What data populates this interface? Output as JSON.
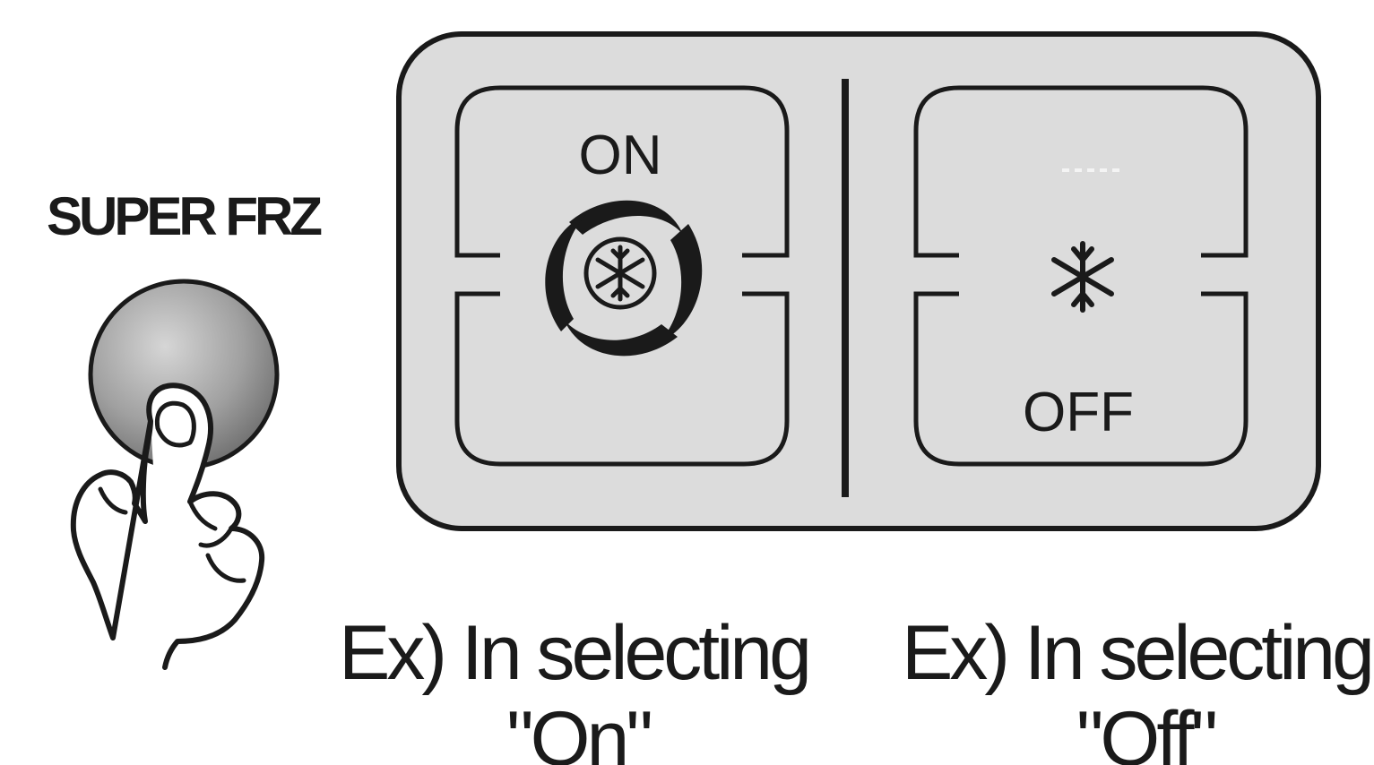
{
  "button": {
    "label": "SUPER FRZ"
  },
  "panel_on": {
    "label": "ON",
    "caption_line1": "Ex) In selecting",
    "caption_line2": "\"On\""
  },
  "panel_off": {
    "label": "OFF",
    "caption_line1": "Ex) In selecting",
    "caption_line2": "\"Off\""
  },
  "colors": {
    "panel_fill": "#dcdcdc",
    "stroke": "#1a1a1a",
    "button_fill": "#9a9a9a"
  },
  "icons": {
    "button": "push-button-icon",
    "hand": "pressing-hand-icon",
    "swirl": "swirl-icon",
    "snowflake": "snowflake-icon"
  }
}
